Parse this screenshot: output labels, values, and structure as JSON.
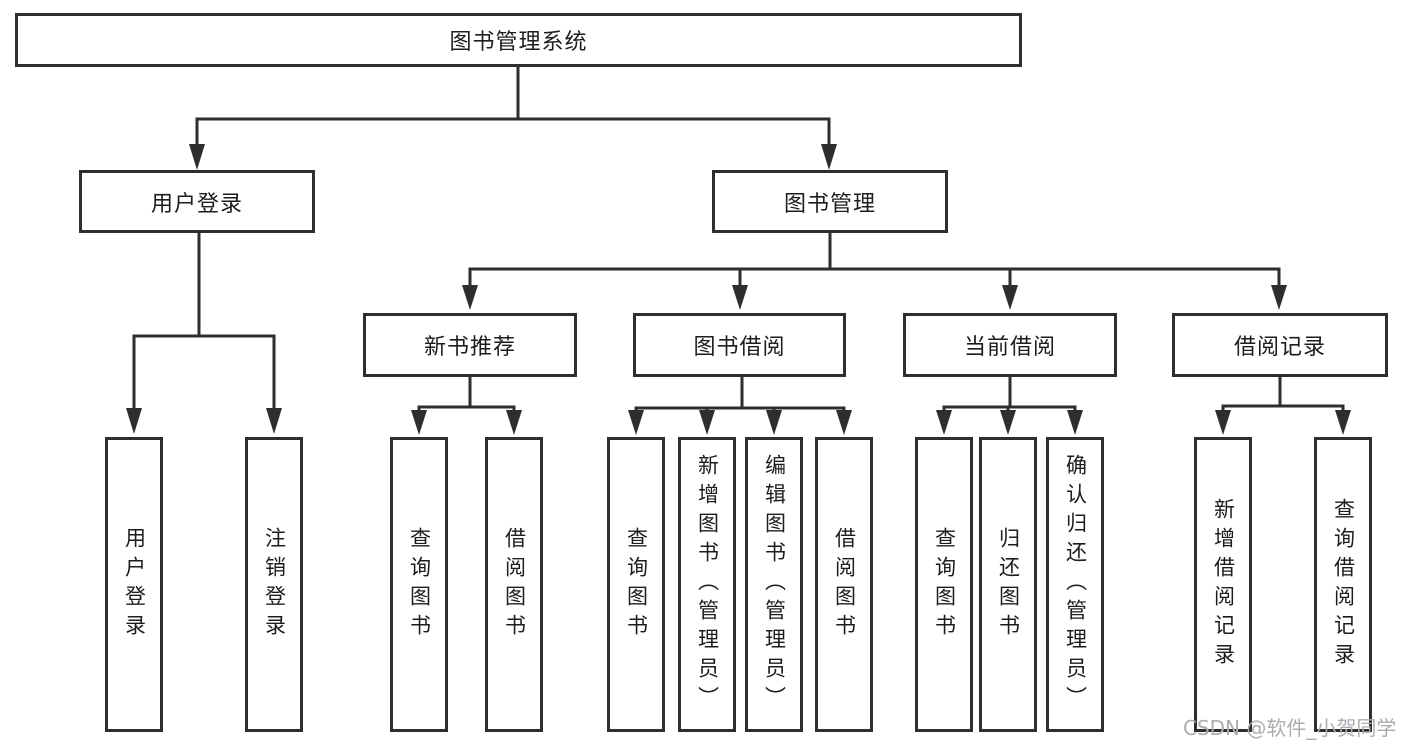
{
  "diagram": {
    "title": "图书管理系统",
    "root": {
      "label": "图书管理系统"
    },
    "branches": [
      {
        "label": "用户登录",
        "children": [
          {
            "label": "用户登录"
          },
          {
            "label": "注销登录"
          }
        ]
      },
      {
        "label": "图书管理",
        "children": [
          {
            "label": "新书推荐",
            "children": [
              {
                "label": "查询图书"
              },
              {
                "label": "借阅图书"
              }
            ]
          },
          {
            "label": "图书借阅",
            "children": [
              {
                "label": "查询图书"
              },
              {
                "label": "新增图书（管理员）"
              },
              {
                "label": "编辑图书（管理员）"
              },
              {
                "label": "借阅图书"
              }
            ]
          },
          {
            "label": "当前借阅",
            "children": [
              {
                "label": "查询图书"
              },
              {
                "label": "归还图书"
              },
              {
                "label": "确认归还（管理员）"
              }
            ]
          },
          {
            "label": "借阅记录",
            "children": [
              {
                "label": "新增借阅记录"
              },
              {
                "label": "查询借阅记录"
              }
            ]
          }
        ]
      }
    ],
    "watermark": "CSDN @软件_小贺同学",
    "colors": {
      "line": "#2e2e2e",
      "text": "#1d1d1d",
      "background": "#ffffff",
      "watermark": "#aaadb2"
    }
  }
}
